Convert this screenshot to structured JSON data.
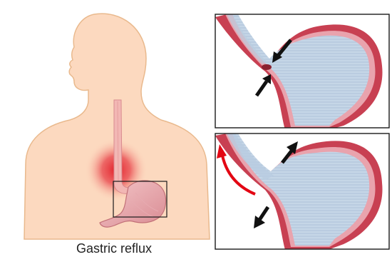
{
  "caption": "Gastric reflux",
  "colors": {
    "skin": "#fcd9bf",
    "skin_outline": "#e9b98d",
    "stomach_wall": "#c84052",
    "stomach_lining": "#e9a3ad",
    "contents": "#b9cde0",
    "inflammation": "#e2202a",
    "arrow": "#111111",
    "reflux_arrow": "#e30613",
    "panel_border": "#1a1a1a"
  },
  "panels": [
    {
      "name": "normal-sphincter",
      "arrows": [
        "arrow-inward-upper",
        "arrow-inward-lower"
      ]
    },
    {
      "name": "reflux-sphincter",
      "arrows": [
        "arrow-outward-upper",
        "arrow-outward-lower",
        "reflux-arrow"
      ]
    }
  ],
  "icons": {
    "body": "torso-silhouette-icon",
    "stomach": "stomach-icon",
    "esophagus": "esophagus-icon",
    "highlight": "inflammation-glow-icon"
  }
}
